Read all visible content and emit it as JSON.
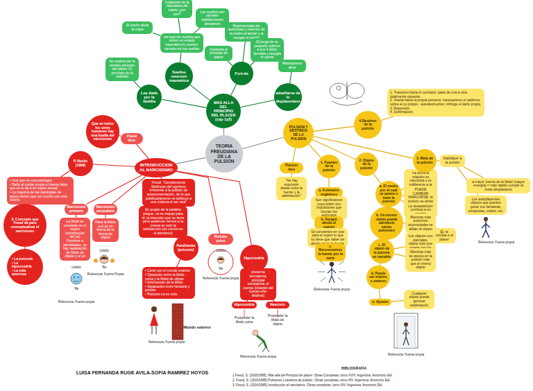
{
  "diagram": {
    "nodes": [
      {
        "text": [
          "TEORIA FREUDIANA DE LA PULSIÓN"
        ]
      },
      {
        "text": [
          "MAS ALLA DEL PRINCIPIO DEL PLACER (cap 1y2)"
        ]
      },
      {
        "text": [
          "Sueños neurosis traumática"
        ]
      },
      {
        "text": [
          "Colaboran de la naturaleza del sujeto ¿por qué?"
        ]
      },
      {
        "text": [
          "Los sueños son también satisfacciones deseantes"
        ]
      },
      {
        "text": [
          "El sueño alivia la culpa"
        ]
      },
      {
        "text": [
          "por qué los sueños que sufren en estado traumático lo vuelven siempre en los sueños"
        ]
      },
      {
        "text": [
          "Fort-da"
        ]
      },
      {
        "text": [
          "Representaba las ausencias y retornos de la madre al lanzar y al recoger el carrito"
        ]
      },
      {
        "text": [
          "Contraria al principio de placer"
        ]
      },
      {
        "text": [
          "El juego de su pequeño sobrino a sus 4 años: lanzaba y recogía el carrito"
        ]
      },
      {
        "text": [
          "Ley dada por la familia"
        ]
      },
      {
        "text": [
          "Se explica por la tensión principio del placer Vs principio de la realidad"
        ]
      },
      {
        "text": [
          "adueñarse de lo displacentero"
        ]
      },
      {
        "text": [
          "Masoquismo atroz"
        ]
      },
      {
        "text": [
          "INTRODUCCION AL NARCISISMO"
        ]
      },
      {
        "text": [
          "Freud dice:"
        ]
      },
      {
        "text": [
          "Que en todos los seres humanos hay una huella del narcisismo"
        ]
      },
      {
        "text": [
          "P. Nacke (1899)"
        ]
      },
      {
        "text": [
          "• Una que es una patología",
          "• Daño al cuidar propio o interés falso que se le da a un sujeto sexual",
          "• La mayoría de las patologías de apoyo tienen que ver mucho con este mismo"
        ]
      },
      {
        "text": [
          "3. Concepto que Freud da para conceptualizar el narcisismo"
        ]
      },
      {
        "text": [
          "• La psicosis",
          "• La hipocondría",
          "• La vida amorosa"
        ]
      },
      {
        "text": [
          "Narcisismo primario"
        ]
      },
      {
        "text": [
          "La libido se convierte en el sujeto (constitución del yo) Previene a identidades, no hay separación de libido de objeto y el yo"
        ]
      },
      {
        "text": [
          "Narcisismo secundario"
        ]
      },
      {
        "text": [
          "Pasa la libido a el yo en forma de la forma de objeto"
        ]
      },
      {
        "text": [
          "Freud: “Complemento libidinoso del egoísmo inherente a la pulsión de autoconservación, de lo que justificadamente se atribuye a una criatura el ser viva”"
        ]
      },
      {
        "text": [
          "Es propio de la palabra psique, no es espejo para él, la intención que se tiene pero podemos vernos a la misma es solo la satisfacción (es común en el altruismo)"
        ]
      },
      {
        "text": [
          "Parafrenias (psicosis)"
        ]
      },
      {
        "text": [
          "• Corte con el mundo exterior",
          "• Oposición entre la libido yoica y la libido de objeto",
          "• Introversión de la libido",
          "• Separación entre fantasía y pulsión",
          "• Psicosis no es nula"
        ]
      },
      {
        "text": [
          "Pulsión yoica"
        ]
      },
      {
        "text": [
          "Hipocondría"
        ]
      },
      {
        "text": [
          "presenta semejanza, principal semejanza: el cuerpo (relación del cuerpo-ello-libidinal)"
        ]
      },
      {
        "text": [
          "Hipocondría"
        ]
      },
      {
        "text": [
          "Neurosis"
        ]
      },
      {
        "text": [
          "PULSION Y DESTINOS DE LA PULSION"
        ]
      },
      {
        "text": [
          "4.Destinos de la pulsión"
        ]
      },
      {
        "text": [
          "1. Trastorno hacia lo contrario: pasa de una a otra totalmente opuesta.",
          "2. Vuelta hacia la propia persona: masoquismo el sadismo sobre el yo propio - autodestructivo: infringe el daño propio",
          "3. Represión",
          "4. Sublimación"
        ]
      },
      {
        "text": [
          "Pulsión dice"
        ]
      },
      {
        "text": [
          "“No hay impulsión desde entre la fuente y la satisfacción”"
        ]
      },
      {
        "text": [
          "1. Fuentes de la pulsión"
        ]
      },
      {
        "text": [
          "a. Estímulos orgánicos"
        ]
      },
      {
        "text": [
          "Son significativos cuyo orden son impulsiones que forman los estímulos"
        ]
      },
      {
        "text": [
          "b. Surgen desde el cuerpo"
        ]
      },
      {
        "text": [
          "Se convierten en una para el sujeto lo que no tiene que saber de dónde viene la fuente"
        ]
      },
      {
        "text": [
          "c. Reconocemos la fuente por la meta"
        ]
      },
      {
        "text": [
          "2. Objeto de la pulsión"
        ]
      },
      {
        "text": [
          "a. El medio por el cual se quiere o tiene la pulsión"
        ]
      },
      {
        "text": [
          "La primera relación es narcisista y es indiferente a la satisfacción de la pulsión"
        ]
      },
      {
        "text": [
          "PUEDE CAMBIAR MARCARSE: la pulsión se dirige a otro objeto"
        ]
      },
      {
        "text": [
          "La desaparición conlleva a un cambio"
        ]
      },
      {
        "text": [
          "b. Un mismo objeto puede satisfacer varias pulsiones"
        ]
      },
      {
        "text": [
          "Mientras más pulsiones acomodadas se afilian al objeto"
        ]
      },
      {
        "text": [
          "Ej: la comida o el placer"
        ]
      },
      {
        "text": [
          "c. El objeto de la pulsión es variable"
        ]
      },
      {
        "text": [
          "Los objetos son parciales, objeto solo que pueda con los cambios"
        ]
      },
      {
        "text": [
          "Mientras más se asocie en la pulsión más que el mismo objeto"
        ]
      },
      {
        "text": [
          "d. Puede ser interno o externo"
        ]
      },
      {
        "text": [
          "e. Ajustes"
        ]
      },
      {
        "text": [
          "Cualquier objeto puede generar sublimación"
        ]
      },
      {
        "text": [
          "3. Meta de la pulsión"
        ]
      },
      {
        "text": [
          "Satisfacer a la pulsión"
        ]
      },
      {
        "text": [
          "a mayor fuerza de la libido (mayor energía) = más rápido cumple la meta desplazarse"
        ]
      },
      {
        "text": [
          "Los autoplacentes objetos que pueden gozar sus fantasías, conquistas, orales, etc."
        ]
      }
    ],
    "edges": [
      {
        "from": 0,
        "to": 1,
        "arrow": "none"
      },
      {
        "from": 1,
        "to": 2,
        "arrow": "none"
      },
      {
        "from": 2,
        "to": 6,
        "arrow": "none"
      },
      {
        "from": 6,
        "to": 3,
        "arrow": "none"
      },
      {
        "from": 6,
        "to": 4,
        "arrow": "none"
      },
      {
        "from": 6,
        "to": 5,
        "arrow": "none"
      },
      {
        "from": 1,
        "to": 7,
        "arrow": "none"
      },
      {
        "from": 7,
        "to": 8,
        "arrow": "none"
      },
      {
        "from": 7,
        "to": 9,
        "arrow": "none"
      },
      {
        "from": 7,
        "to": 10,
        "arrow": "none"
      },
      {
        "from": 1,
        "to": 11,
        "arrow": "none"
      },
      {
        "from": 11,
        "to": 12,
        "arrow": "none"
      },
      {
        "from": 1,
        "to": 13,
        "arrow": "none"
      },
      {
        "from": 13,
        "to": 14,
        "arrow": "none"
      },
      {
        "from": 0,
        "to": 15,
        "arrow": "none"
      },
      {
        "from": 15,
        "to": 16,
        "arrow": "none"
      },
      {
        "from": 16,
        "to": 17,
        "arrow": "none"
      },
      {
        "from": 15,
        "to": 18,
        "arrow": "none"
      },
      {
        "from": 18,
        "to": 19,
        "arrow": "none"
      },
      {
        "from": 19,
        "to": 20,
        "arrow": "none"
      },
      {
        "from": 20,
        "to": 21,
        "arrow": "none"
      },
      {
        "from": 15,
        "to": 22,
        "arrow": "none"
      },
      {
        "from": 22,
        "to": 23,
        "arrow": "none"
      },
      {
        "from": 15,
        "to": 24,
        "arrow": "none"
      },
      {
        "from": 24,
        "to": 25,
        "arrow": "none"
      },
      {
        "from": 15,
        "to": 26,
        "arrow": "none"
      },
      {
        "from": 26,
        "to": 27,
        "arrow": "none"
      },
      {
        "from": 27,
        "to": 28,
        "arrow": "none"
      },
      {
        "from": 28,
        "to": 29,
        "arrow": "none"
      },
      {
        "from": 15,
        "to": 30,
        "arrow": "none"
      },
      {
        "from": 15,
        "to": 31,
        "arrow": "none"
      },
      {
        "from": 31,
        "to": 32,
        "arrow": "none"
      },
      {
        "from": 32,
        "to": 33,
        "arrow": "none"
      },
      {
        "from": 32,
        "to": 34,
        "arrow": "none"
      },
      {
        "from": 0,
        "to": 35,
        "arrow": "none"
      },
      {
        "from": 35,
        "to": 36,
        "arrow": "none"
      },
      {
        "from": 36,
        "to": 37,
        "arrow": "none"
      },
      {
        "from": 35,
        "to": 38,
        "arrow": "none"
      },
      {
        "from": 38,
        "to": 39,
        "arrow": "none"
      },
      {
        "from": 35,
        "to": 40,
        "arrow": "none"
      },
      {
        "from": 40,
        "to": 41,
        "arrow": "none"
      },
      {
        "from": 41,
        "to": 42,
        "arrow": "none"
      },
      {
        "from": 42,
        "to": 43,
        "arrow": "none"
      },
      {
        "from": 43,
        "to": 44,
        "arrow": "none"
      },
      {
        "from": 44,
        "to": 45,
        "arrow": "none"
      },
      {
        "from": 35,
        "to": 46,
        "arrow": "none"
      },
      {
        "from": 46,
        "to": 47,
        "arrow": "none"
      },
      {
        "from": 47,
        "to": 48,
        "arrow": "none"
      },
      {
        "from": 47,
        "to": 49,
        "arrow": "none"
      },
      {
        "from": 47,
        "to": 50,
        "arrow": "none"
      },
      {
        "from": 47,
        "to": 51,
        "arrow": "none"
      },
      {
        "from": 51,
        "to": 52,
        "arrow": "none"
      },
      {
        "from": 52,
        "to": 53,
        "arrow": "none"
      },
      {
        "from": 51,
        "to": 54,
        "arrow": "none"
      },
      {
        "from": 54,
        "to": 55,
        "arrow": "none"
      },
      {
        "from": 54,
        "to": 56,
        "arrow": "none"
      },
      {
        "from": 54,
        "to": 57,
        "arrow": "none"
      },
      {
        "from": 57,
        "to": 58,
        "arrow": "none"
      },
      {
        "from": 58,
        "to": 59,
        "arrow": "none"
      },
      {
        "from": 35,
        "to": 60,
        "arrow": "none"
      },
      {
        "from": 60,
        "to": 61,
        "arrow": "none"
      },
      {
        "from": 61,
        "to": 62,
        "arrow": "none"
      },
      {
        "from": 61,
        "to": 63,
        "arrow": "none"
      }
    ],
    "labels": [
      "Libido",
      "Yo",
      "Referencia: Fuente propia",
      "Libido",
      "Yo",
      "Referencia: Fuente Propia",
      "Libido",
      "Yo",
      "Referencia: Fuente propia",
      "Mundo exterior",
      "Referencia: Fuente propia",
      "Propender la libido yoica",
      "Propender la libido de objeto",
      "Referencia: Fuente propia",
      "Referencia: Fuente propia",
      "Referencia: Fuente propia",
      "Referencia: Fuente propia",
      "LUISA FERNANDA RUGE AVILA-SOFIA RAMIREZ HOYOS",
      "BIBLIOGRAFIA",
      "1.Freud, S. (1920/1985). Más allá del Principio de placer. Obras Completas, tomo XVIII. Argentina: Amorrortu Edi.",
      "2. Freud, S. (1915/1985) Pulsiones y destinos de pulsión. Obras completas, tomo XIV. Argentina: Amorrortu Edi.",
      "3. Freud, S. (1914/1985) Introducción al narcisismo. Obras completas, tomo XIV. Argentina: Amorrortu Edi."
    ]
  }
}
